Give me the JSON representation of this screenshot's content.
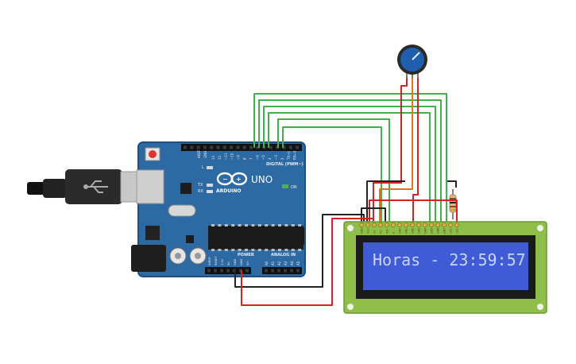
{
  "colors": {
    "board": "#2d6aa3",
    "board_edge": "#1f4f7c",
    "wire_green": "#3fb34a",
    "wire_red": "#d32222",
    "wire_black": "#222222",
    "wire_orange": "#e2731d",
    "lcd_pcb": "#8fbf4a",
    "lcd_screen": "#3f5bd6",
    "lcd_text": "#c9d6ff",
    "pot_body": "#1f5fae"
  },
  "arduino": {
    "model": "UNO",
    "brand": "ARDUINO",
    "digital_label": "DIGITAL (PWM~)",
    "power_label": "POWER",
    "analog_label": "ANALOG IN",
    "on_label": "ON",
    "tx_label": "TX",
    "rx_label": "RX",
    "l_label": "L",
    "aref_label": "AREF",
    "gnd_label": "GND",
    "digital_pins": [
      "13",
      "12",
      "~11",
      "~10",
      "~9",
      "8",
      "7",
      "~6",
      "~5",
      "4",
      "~3",
      "2",
      "TX→1",
      "RX←0"
    ],
    "power_pins": [
      "IOREF",
      "RESET",
      "3.3V",
      "5V",
      "GND",
      "GND",
      "Vin"
    ],
    "analog_pins": [
      "A0",
      "A1",
      "A2",
      "A3",
      "A4",
      "A5"
    ]
  },
  "lcd": {
    "text": "Horas - 23:59:57",
    "pin_labels": [
      "GND",
      "VCC",
      "V0",
      "RS",
      "RW",
      "E",
      "DB0",
      "DB1",
      "DB2",
      "DB3",
      "DB4",
      "DB5",
      "DB6",
      "DB7",
      "LED",
      "LED"
    ]
  }
}
